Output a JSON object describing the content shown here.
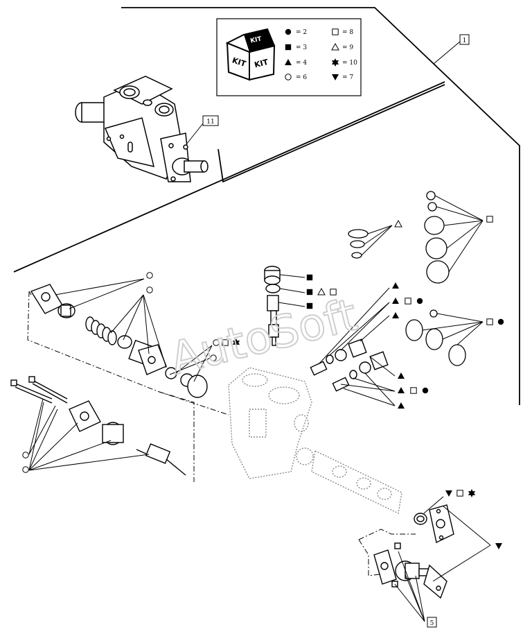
{
  "watermark": "AutoSoft",
  "kit_badge": {
    "top": "KIT",
    "bottom_left": "KIT",
    "bottom_right": "KIT"
  },
  "legend": [
    {
      "symbol": "filled-circle",
      "text": "= 2"
    },
    {
      "symbol": "filled-square",
      "text": "= 3"
    },
    {
      "symbol": "filled-triangle-up",
      "text": "= 4"
    },
    {
      "symbol": "open-circle",
      "text": "= 6"
    },
    {
      "symbol": "open-square",
      "text": "= 8"
    },
    {
      "symbol": "open-triangle-up",
      "text": "= 9"
    },
    {
      "symbol": "filled-star",
      "text": "= 10"
    },
    {
      "symbol": "filled-triangle-down",
      "text": "= 7"
    }
  ],
  "callouts": {
    "c1": "1",
    "c11": "11",
    "c5": "5"
  },
  "colors": {
    "ink": "#000000",
    "ghost": "#8a8a8a",
    "watermark": "#cfcfcf"
  }
}
